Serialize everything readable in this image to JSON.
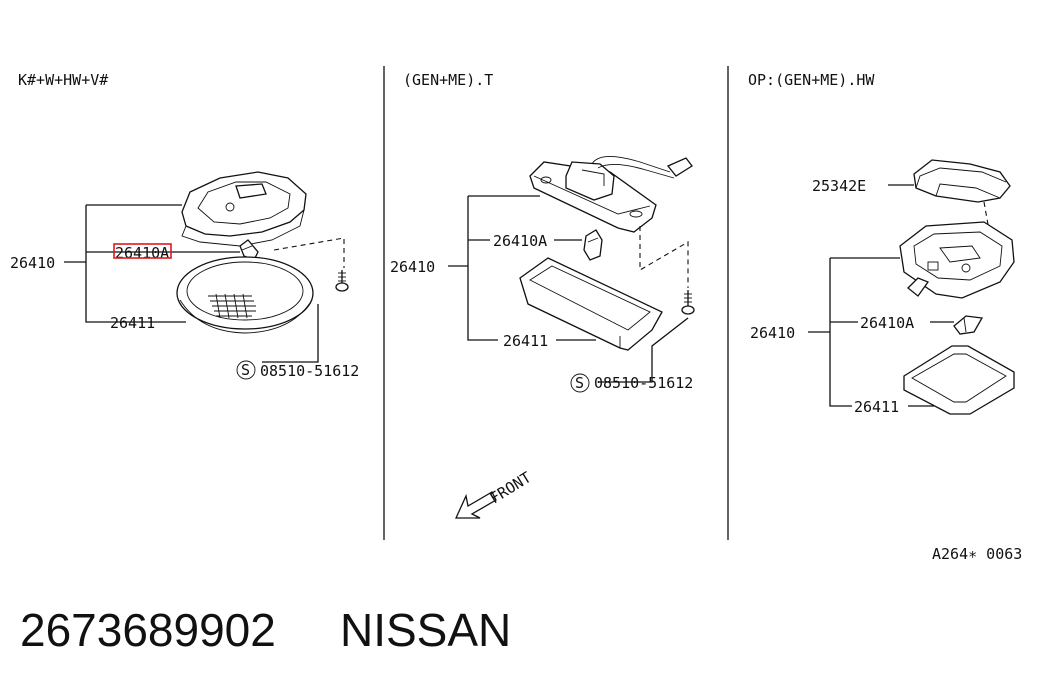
{
  "panels": [
    {
      "header": "K#+W+HW+V#",
      "labels": {
        "assembly": "26410",
        "bulb": "26410A",
        "lens": "26411",
        "screw": "08510-51612"
      }
    },
    {
      "header": "(GEN+ME).T",
      "labels": {
        "assembly": "26410",
        "bulb": "26410A",
        "lens": "26411",
        "screw": "08510-51612"
      },
      "front_label": "FRONT"
    },
    {
      "header": "OP:(GEN+ME).HW",
      "labels": {
        "switch": "25342E",
        "assembly": "26410",
        "bulb": "26410A",
        "lens": "26411"
      }
    }
  ],
  "screw_symbol": "S",
  "diagram_code": "A264∗ 0063",
  "footer": {
    "part_number": "2673689902",
    "brand": "NISSAN"
  },
  "highlight_color": "#e0191d"
}
